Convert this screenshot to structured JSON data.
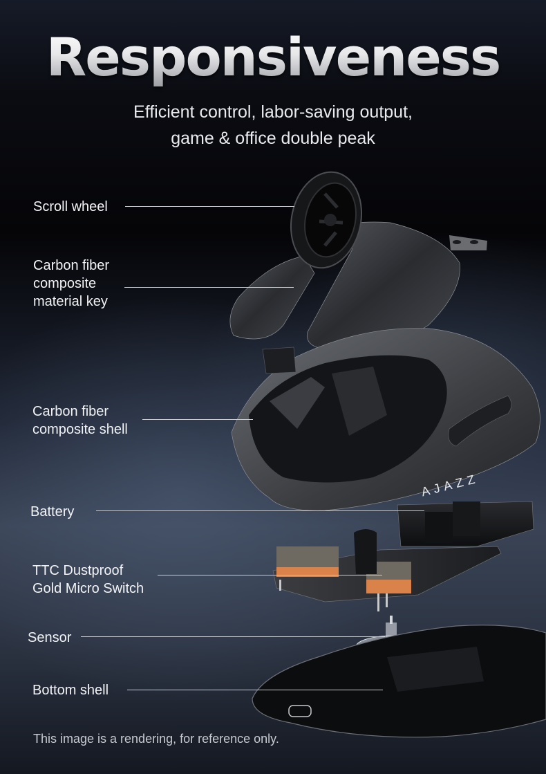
{
  "header": {
    "title": "Responsiveness",
    "subtitle_line1": "Efficient control, labor-saving output,",
    "subtitle_line2": "game & office double peak"
  },
  "callouts": [
    {
      "id": "scroll-wheel",
      "lines": [
        "Scroll wheel"
      ]
    },
    {
      "id": "key",
      "lines": [
        "Carbon fiber",
        "composite",
        "material key"
      ]
    },
    {
      "id": "shell",
      "lines": [
        "Carbon fiber",
        "composite shell"
      ]
    },
    {
      "id": "battery",
      "lines": [
        "Battery"
      ]
    },
    {
      "id": "switch",
      "lines": [
        "TTC Dustproof",
        "Gold Micro Switch"
      ]
    },
    {
      "id": "sensor",
      "lines": [
        "Sensor"
      ]
    },
    {
      "id": "bottom-shell",
      "lines": [
        "Bottom shell"
      ]
    }
  ],
  "product": {
    "brand_mark": "AJAZZ"
  },
  "footer": {
    "disclaimer": "This image is a rendering, for reference only."
  },
  "colors": {
    "background_top": "#050508",
    "background_mid": "#3a4456",
    "text": "#f2f3f5",
    "switch_accent": "#d9824a"
  }
}
